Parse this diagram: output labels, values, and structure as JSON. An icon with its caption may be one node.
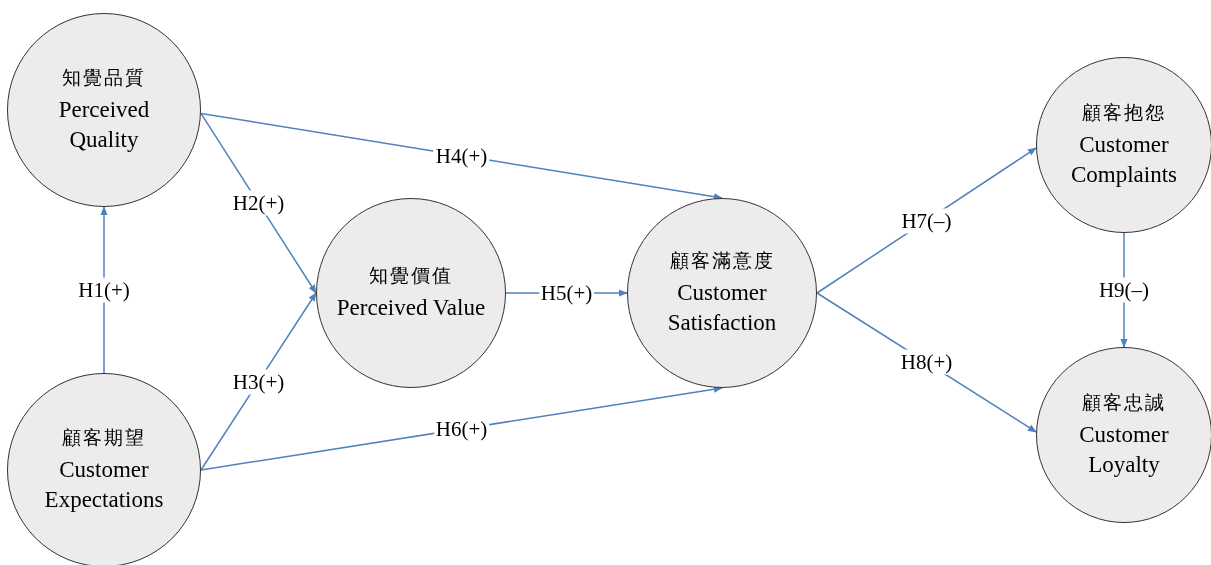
{
  "diagram": {
    "nodes": [
      {
        "text": [
          "知覺品質",
          "Perceived Quality"
        ]
      },
      {
        "text": [
          "顧客期望",
          "Customer Expectations"
        ]
      },
      {
        "text": [
          "知覺價值",
          "Perceived Value"
        ]
      },
      {
        "text": [
          "顧客滿意度",
          "Customer Satisfaction"
        ]
      },
      {
        "text": [
          "顧客抱怨",
          "Customer Complaints"
        ]
      },
      {
        "text": [
          "顧客忠誠",
          "Customer Loyalty"
        ]
      }
    ],
    "edges": [
      {
        "from": 1,
        "to": 0,
        "arrow": "to",
        "label": "H1(+)"
      },
      {
        "from": 0,
        "to": 2,
        "arrow": "to",
        "label": "H2(+)"
      },
      {
        "from": 1,
        "to": 2,
        "arrow": "to",
        "label": "H3(+)"
      },
      {
        "from": 0,
        "to": 3,
        "arrow": "to",
        "label": "H4(+)"
      },
      {
        "from": 2,
        "to": 3,
        "arrow": "to",
        "label": "H5(+)"
      },
      {
        "from": 1,
        "to": 3,
        "arrow": "to",
        "label": "H6(+)"
      },
      {
        "from": 3,
        "to": 4,
        "arrow": "to",
        "label": "H7(–)"
      },
      {
        "from": 3,
        "to": 5,
        "arrow": "to",
        "label": "H8(+)"
      },
      {
        "from": 4,
        "to": 5,
        "arrow": "to",
        "label": "H9(–)"
      }
    ]
  }
}
